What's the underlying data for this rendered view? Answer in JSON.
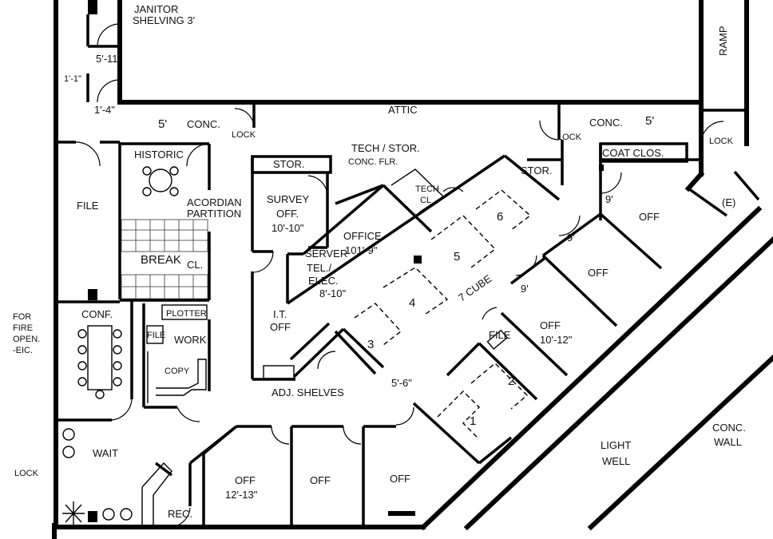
{
  "rooms": {
    "janitor": "JANITOR",
    "shelving": "SHELVING 3'",
    "ramp": "RAMP",
    "attic": "ATTIC",
    "conc_left": "CONC.",
    "conc_right": "CONC.",
    "five_left": "5'",
    "five_right": "5'",
    "tech_stor": "TECH / STOR.",
    "conc_flr": "CONC. FLR.",
    "coat_clos": "COAT  CLOS.",
    "historic": "HISTORIC",
    "acordian": "ACORDIAN",
    "partition": "PARTITION",
    "file_left": "FILE",
    "break": "BREAK",
    "cl": "CL.",
    "stor_1": "STOR.",
    "stor_2": "STOR.",
    "survey": "SURVEY",
    "survey_off": "OFF.",
    "survey_dim": "10'-10\"",
    "office": "OFFICE",
    "office_dim": "101'-9\"",
    "tech": "TECH",
    "tech_cl": "CL",
    "server": "SERVER",
    "server_tel": "TEL./",
    "server_elec": "ELEC.",
    "server_dim": "8'-10\"",
    "it": "I.T.",
    "it_off": "OFF",
    "conf": "CONF.",
    "plotter": "PLOTTER",
    "file_small": "FILE",
    "work": "WORK",
    "copy": "COPY",
    "for_fire_1": "FOR",
    "for_fire_2": "FIRE",
    "for_fire_3": "OPEN.",
    "for_fire_4": "-EIC.",
    "adj_shelves": "ADJ. SHELVES",
    "wait": "WAIT",
    "rec": "REC.",
    "off_1": "OFF",
    "off_1_dim": "12'-13\"",
    "off_2": "OFF",
    "off_3": "OFF",
    "off_right_a": "OFF",
    "off_right_b": "OFF",
    "off_right_c": "OFF",
    "off_right_c_dim": "10'-12\"",
    "file_right": "FILE",
    "cube": "7 CUBE",
    "light_well_1": "LIGHT",
    "light_well_2": "WELL",
    "conc_wall_1": "CONC.",
    "conc_wall_2": "WALL",
    "exit": "(E)",
    "nine_a": "9'",
    "nine_b": "9'",
    "nine_c": "9'",
    "dim_5_6": "5'-6\"",
    "dim_5_11": "5'-11\"",
    "dim_1_1": "1'-1\"",
    "dim_1_4": "1'-4\""
  },
  "cubes": [
    "1",
    "2",
    "3",
    "4",
    "5",
    "6"
  ],
  "locks": [
    "LOCK",
    "LOCK",
    "LOCK",
    "LOCK"
  ]
}
